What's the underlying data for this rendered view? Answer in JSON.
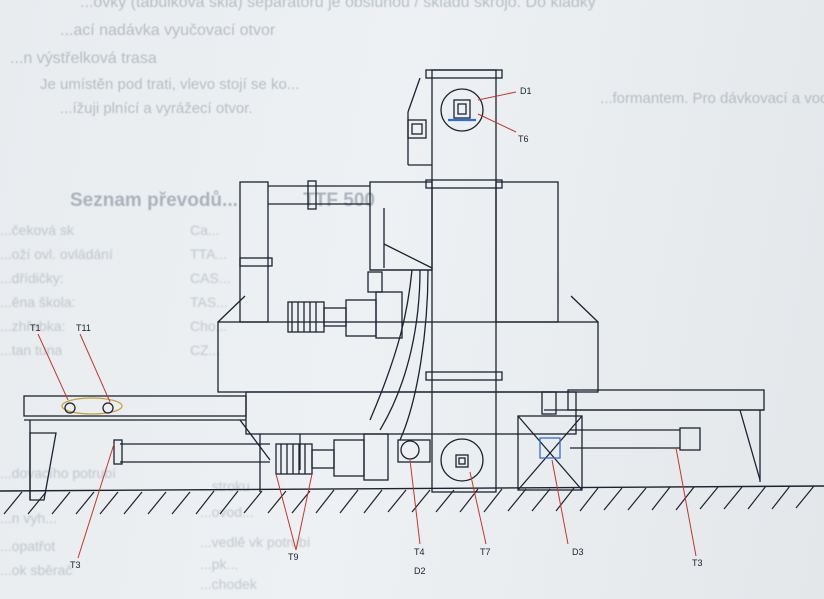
{
  "background_text": {
    "line1": "...ovky (tabulková skla) separátoru je obsluhou / skladu skrojo. Do kladky",
    "line2": "...ací nadávka vyučovací otvor",
    "line3": "...n výstřelková trasa",
    "line4": "Je umístěn pod trati, vlevo stojí se ko...",
    "line5": "...ížuji plnící a vyrážecí otvor.",
    "line6": "...formantem. Pro dávkovací a vodní se",
    "heading": "Seznam převodů...",
    "heading_tail": "TTF 500",
    "table_left": [
      "...čeková sk",
      "...oží ovl. ovládání",
      "...dřídičky:",
      "...ěna škola:",
      "...zhřebka:",
      "...tan tuna"
    ],
    "table_right": [
      "Ca...",
      "TTA...",
      "CAS...",
      "TAS...",
      "Cho...",
      "CZ..."
    ],
    "bottom_left": [
      "...dovacího potrubí",
      "...n vyh...",
      "...opatřot",
      "...ok sběrač"
    ],
    "bottom_right": [
      "...stroku",
      "...ovod...",
      "...vedlě vk potrubí",
      "...pk...",
      "...chodek"
    ]
  },
  "labels": {
    "D1": "D1",
    "T6": "T6",
    "T1": "T1",
    "T11": "T11",
    "T3_left": "T3",
    "T9": "T9",
    "T4": "T4",
    "D2": "D2",
    "T7": "T7",
    "D3": "D3",
    "T3_right": "T3"
  },
  "colors": {
    "line": "#1c2230",
    "label_line": "#c0392b",
    "highlight": "#2f6fd6",
    "ground": "#1c2230"
  }
}
